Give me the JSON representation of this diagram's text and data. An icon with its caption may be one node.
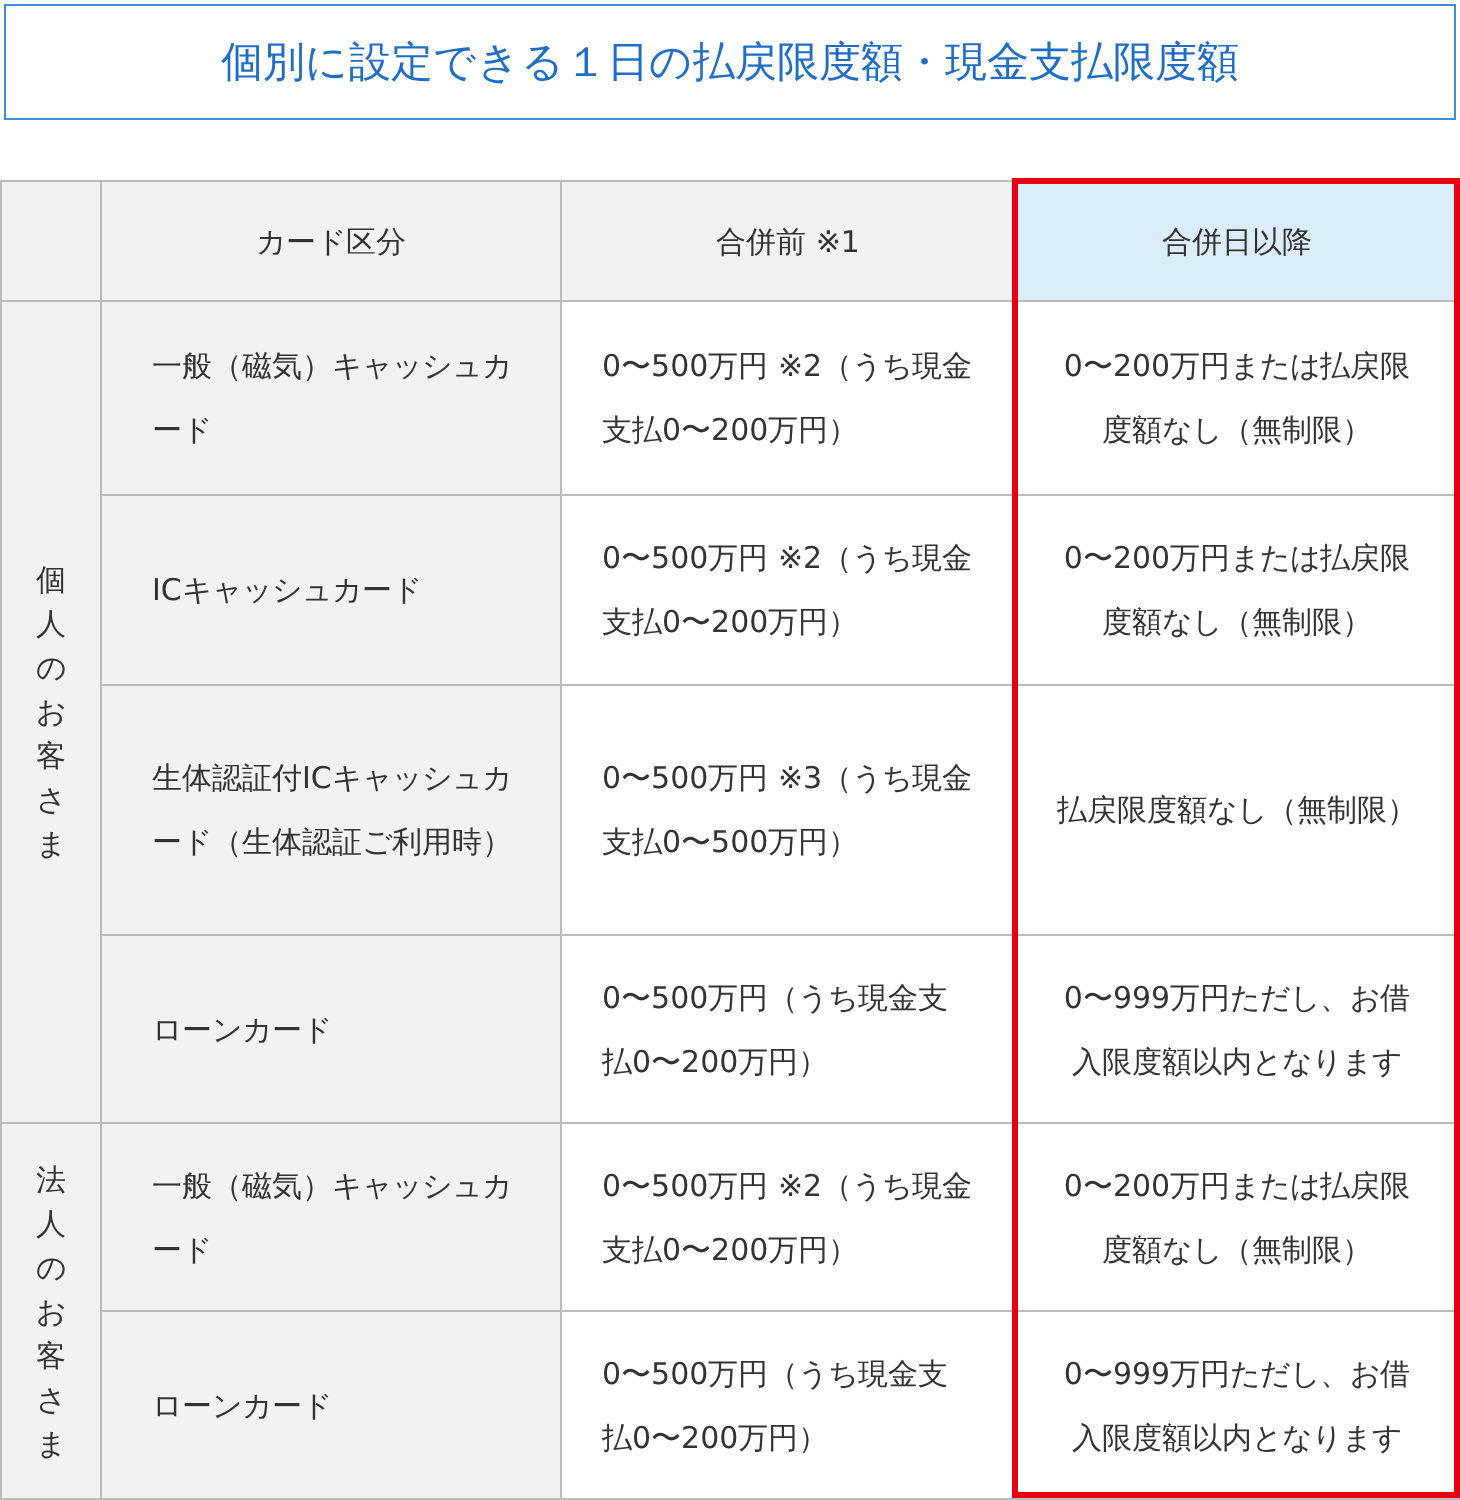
{
  "diagram": {
    "title": "個別に設定できる１日の払戻限度額・現金支払限度額",
    "labels": [
      "カード区分",
      "合併前 ※1",
      "合併日以降",
      "個人のお客さま",
      "一般（磁気）キャッシュカード",
      "0〜500万円 ※2（うち現金支払0〜200万円）",
      "0〜200万円または払戻限度額なし（無制限）",
      "ICキャッシュカード",
      "0〜500万円 ※2（うち現金支払0〜200万円）",
      "0〜200万円または払戻限度額なし（無制限）",
      "生体認証付ICキャッシュカード（生体認証ご利用時）",
      "0〜500万円 ※3（うち現金支払0〜500万円）",
      "払戻限度額なし（無制限）",
      "ローンカード",
      "0〜500万円（うち現金支払0〜200万円）",
      "0〜999万円ただし、お借入限度額以内となります",
      "法人のお客さま",
      "一般（磁気）キャッシュカード",
      "0〜500万円 ※2（うち現金支払0〜200万円）",
      "0〜200万円または払戻限度額なし（無制限）",
      "ローンカード",
      "0〜500万円（うち現金支払0〜200万円）",
      "0〜999万円ただし、お借入限度額以内となります"
    ]
  }
}
